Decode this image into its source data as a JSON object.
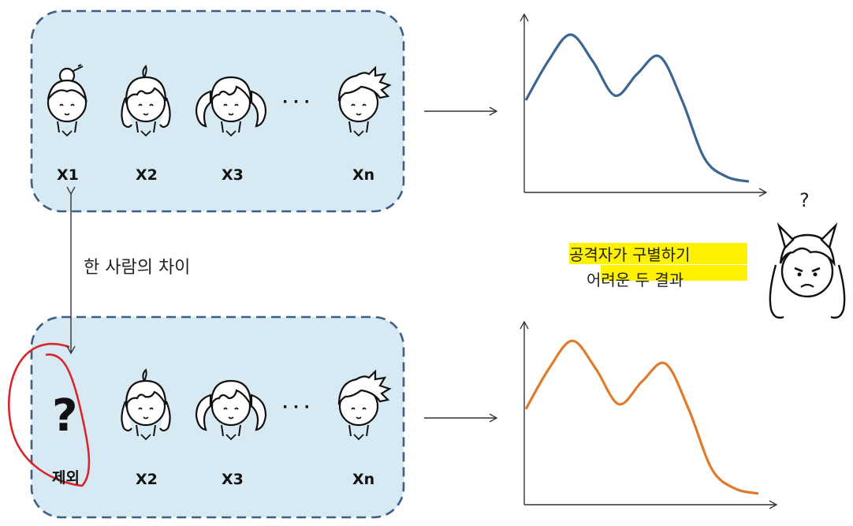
{
  "top_group": {
    "labels": [
      "X1",
      "X2",
      "X3",
      "Xn"
    ],
    "ellipsis": "· · ·"
  },
  "bottom_group": {
    "removed_symbol": "?",
    "removed_label": "제외",
    "labels": [
      "X2",
      "X3",
      "Xn"
    ],
    "ellipsis": "· · ·"
  },
  "difference_label": "한 사람의 차이",
  "attacker": {
    "question": "?",
    "caption_line1": "공격자가 구별하기",
    "caption_line2": "어려운 두 결과"
  },
  "colors": {
    "box_fill": "#d7eaf4",
    "box_border": "#3f5d85",
    "top_curve": "#3c6590",
    "bottom_curve": "#e07b2c",
    "highlight": "#fff200",
    "red_circle": "#d9262c"
  },
  "chart_data": [
    {
      "type": "line",
      "title": "",
      "xlabel": "",
      "ylabel": "",
      "series": [
        {
          "values": [
            0.55,
            0.8,
            0.97,
            0.8,
            0.58,
            0.72,
            0.83,
            0.55,
            0.18,
            0.06,
            0.03
          ]
        }
      ]
    },
    {
      "type": "line",
      "title": "",
      "xlabel": "",
      "ylabel": "",
      "series": [
        {
          "values": [
            0.55,
            0.8,
            0.97,
            0.8,
            0.58,
            0.72,
            0.83,
            0.55,
            0.18,
            0.06,
            0.03
          ]
        }
      ]
    }
  ]
}
